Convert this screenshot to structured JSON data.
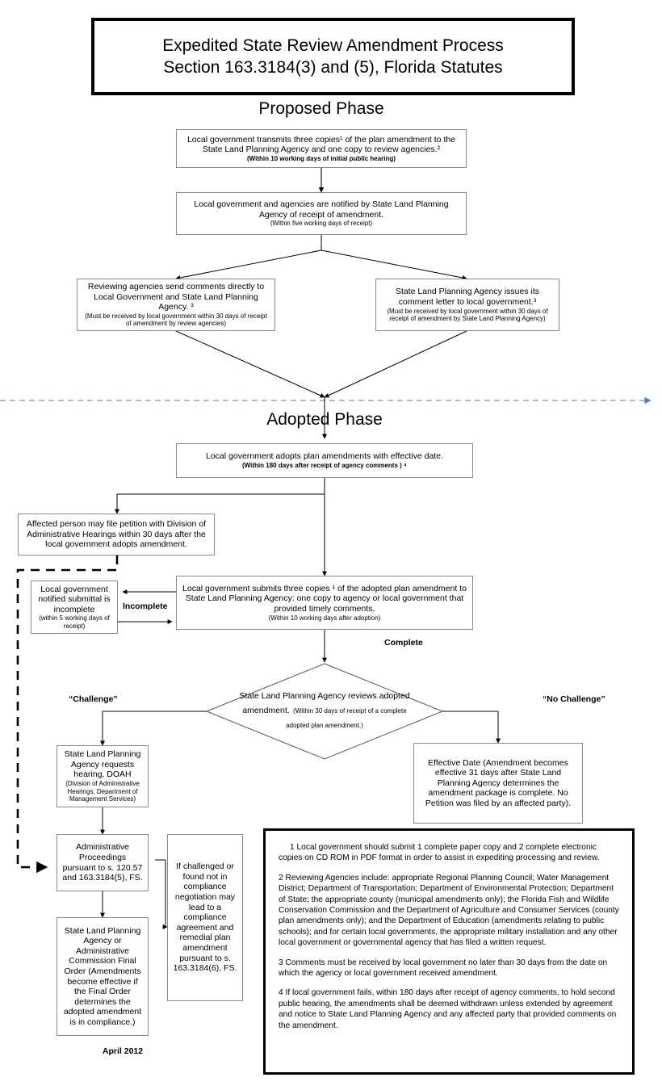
{
  "title": {
    "line1": "Expedited State Review Amendment Process",
    "line2": "Section 163.3184(3) and (5), Florida Statutes"
  },
  "phases": {
    "proposed": "Proposed Phase",
    "adopted": "Adopted  Phase"
  },
  "nodes": {
    "transmit": {
      "main": "Local government transmits three copies¹ of the plan amendment to the State Land Planning Agency and one copy to review agencies.²",
      "note": "(Within 10 working days of initial public hearing)"
    },
    "notified_receipt": {
      "main": "Local government and agencies are notified by State Land Planning Agency of receipt of amendment.",
      "note": "(Within five working days of receipt)"
    },
    "review_comments": {
      "main": "Reviewing agencies send comments directly to Local Government and State Land Planning Agency. ³",
      "note": "(Must be received by local government within 30 days of receipt of amendment by review agencies)"
    },
    "agency_comment_letter": {
      "main": "State Land Planning Agency issues its comment letter to local government.³",
      "note": "(Must be received by local government within 30 days of receipt of amendment by State Land Planning Agency)"
    },
    "adopts": {
      "main": "Local government adopts plan amendments with effective date.",
      "note": "(Within 180 days after receipt of agency comments )  ⁴"
    },
    "affected_person": {
      "main": "Affected person may file petition with Division of Administrative Hearings  within 30 days after the local government adopts amendment."
    },
    "submits_adopted": {
      "main": "Local government submits three copies ¹ of the adopted plan amendment to State Land Planning Agency: one copy to agency or local government that provided timely comments.",
      "note": "(Within 10  working days after adoption)"
    },
    "incomplete_notice": {
      "main": "Local government notified submittal is incomplete",
      "note": "(within 5 working days of receipt)"
    },
    "review_diamond": {
      "main": "State Land Planning Agency reviews adopted amendment.",
      "note": "(Within 30 days of receipt of a complete adopted plan amendment.)"
    },
    "doah_request": {
      "main": "State Land Planning Agency requests hearing, DOAH",
      "note": "(Division of Administrative Hearings, Department of Management Services)"
    },
    "effective_date": {
      "main": "Effective Date (Amendment becomes effective 31 days after State Land Planning Agency determines the amendment package is complete. No  Petition was filed by an affected party)."
    },
    "admin_proceedings": {
      "main": "Administrative Proceedings pursuant to s. 120.57 and 163.3184(5), FS."
    },
    "final_order": {
      "main": "State Land Planning Agency or Administrative Commission Final Order (Amendments become effective if the Final Order determines the adopted amendment is in compliance.)"
    },
    "compliance_negotiation": {
      "main": "If challenged or found not in compliance negotiation may lead to a compliance agreement and remedial plan amendment pursuant to s. 163.3184(6), FS."
    }
  },
  "edge_labels": {
    "incomplete": "Incomplete",
    "complete": "Complete",
    "challenge": "“Challenge”",
    "no_challenge": "“No Challenge”"
  },
  "notes": {
    "n1": "1 Local government should submit 1 complete paper copy and 2 complete electronic copies on CD ROM in PDF format in order to assist in expediting processing and review.",
    "n2": "2 Reviewing Agencies include: appropriate Regional Planning Council; Water Management District; Department of Transportation; Department of Environmental Protection; Department of State; the appropriate county (municipal amendments only); the Florida Fish and Wildlife Conservation Commission and the Department of Agriculture and Consumer Services (county plan amendments only); and the Department of Education (amendments relating to public schools); and for certain local governments, the appropriate military installation and any other local government or governmental agency that has filed a written request.",
    "n3": "3 Comments must be received by local government no later than 30 days from the date on which the agency or local government received amendment.",
    "n4": "4 If local government fails, within 180 days after receipt of agency comments, to hold second public hearing, the amendments shall be deemed withdrawn unless extended by agreement and notice to State Land Planning Agency and any affected party that provided comments on the amendment."
  },
  "date_stamp": "April 2012",
  "colors": {
    "divider": "#8aa9d6",
    "box_border": "#8a8a8a",
    "heavy_border": "#000000"
  }
}
